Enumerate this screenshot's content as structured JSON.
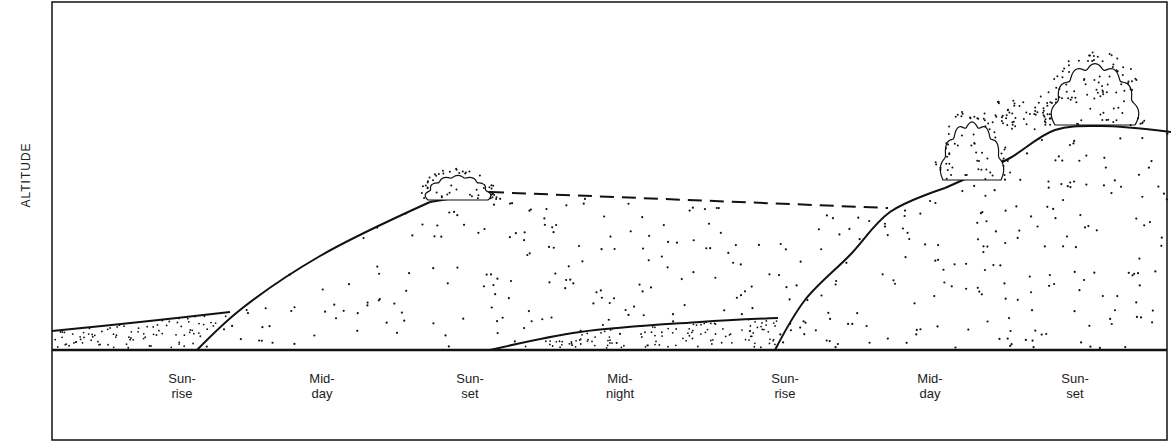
{
  "diagram": {
    "labels": [
      "ALTITUDE",
      "Sun- rise",
      "Mid- day",
      "Sun- set",
      "Mid- night",
      "Sun- rise",
      "Mid- day",
      "Sun- set"
    ]
  }
}
